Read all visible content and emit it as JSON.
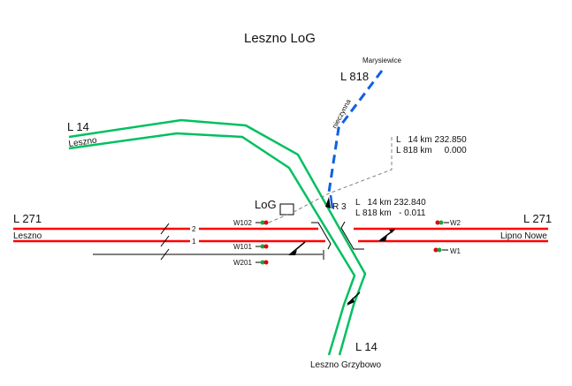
{
  "title": "Leszno LoG",
  "colors": {
    "line_271": "#ff0000",
    "line_14": "#00c060",
    "line_818": "#1060e0",
    "siding": "#808080",
    "signal_red": "#e00000",
    "signal_green": "#20a040",
    "text": "#111111"
  },
  "lines": {
    "l271_west": {
      "number": "L 271",
      "destination": "Leszno"
    },
    "l271_east": {
      "number": "L 271",
      "destination": "Lipno Nowe"
    },
    "l14_west": {
      "number": "L 14",
      "destination": "Leszno"
    },
    "l14_south": {
      "number": "L 14",
      "destination": "Leszno Grzybowo"
    },
    "l818": {
      "number": "L 818",
      "destination": "Marysiewice",
      "status": "nieczynna"
    }
  },
  "track_numbers": [
    "2",
    "1"
  ],
  "post": {
    "label": "LoG"
  },
  "switch": {
    "label": "R 3"
  },
  "km_markers": [
    {
      "row1": "L   14 km 232.850",
      "row2": "L 818 km     0.000"
    },
    {
      "row1": "L   14 km 232.840",
      "row2": "L 818 km   - 0.011"
    }
  ],
  "signals": {
    "W102": "W102",
    "W101": "W101",
    "W201": "W201",
    "W2": "W2",
    "W1": "W1"
  }
}
